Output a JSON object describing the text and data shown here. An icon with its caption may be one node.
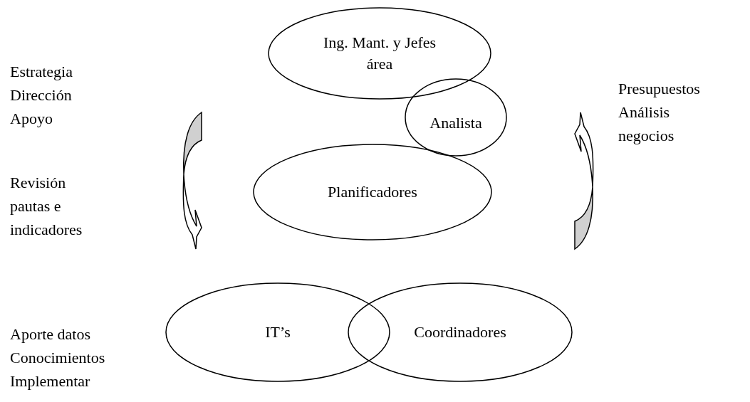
{
  "diagram": {
    "nodes": [
      {
        "text": [
          "Ing. Mant. y Jefes área"
        ]
      },
      {
        "text": [
          "Analista"
        ]
      },
      {
        "text": [
          "Planificadores"
        ]
      },
      {
        "text": [
          "IT’s"
        ]
      },
      {
        "text": [
          "Coordinadores"
        ]
      }
    ],
    "edges": [],
    "labels": [
      "Estrategia",
      "Dirección",
      "Apoyo",
      "Presupuestos",
      "Análisis negocios",
      "Revisión pautas e indicadores",
      "Aporte datos",
      "Conocimientos",
      "Implementar"
    ]
  }
}
